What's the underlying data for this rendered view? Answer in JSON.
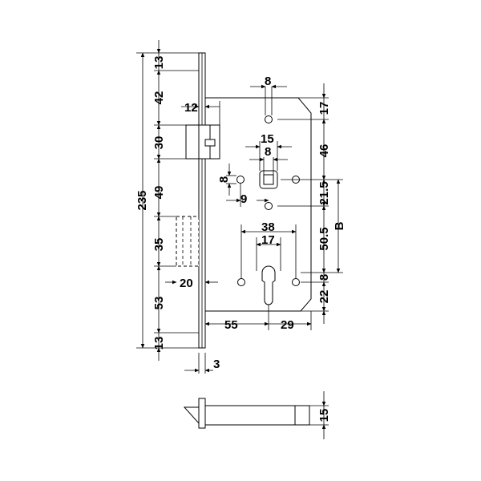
{
  "dimensions": {
    "total_height": "235",
    "top_13": "13",
    "latch_from_top": "42",
    "latch_height": "30",
    "latch_to_bolt": "49",
    "bolt_height": "35",
    "bolt_to_bottom": "53",
    "bottom_13": "13",
    "latch_projection": "12",
    "bolt_projection": "20",
    "faceplate_thickness": "3",
    "screw_hole_top": "8",
    "top_offset": "17",
    "follower_outer": "15",
    "follower_inner": "8",
    "to_follower": "46",
    "side_8": "8",
    "side_9": "9",
    "follower_below": "21.5",
    "cylinder_width": "38",
    "cylinder_inner": "17",
    "center_distance": "50.5",
    "distance_label": "B",
    "cylinder_small": "8",
    "cylinder_bottom": "22",
    "backset": "55",
    "case_right": "29",
    "side_view_thickness": "15"
  }
}
